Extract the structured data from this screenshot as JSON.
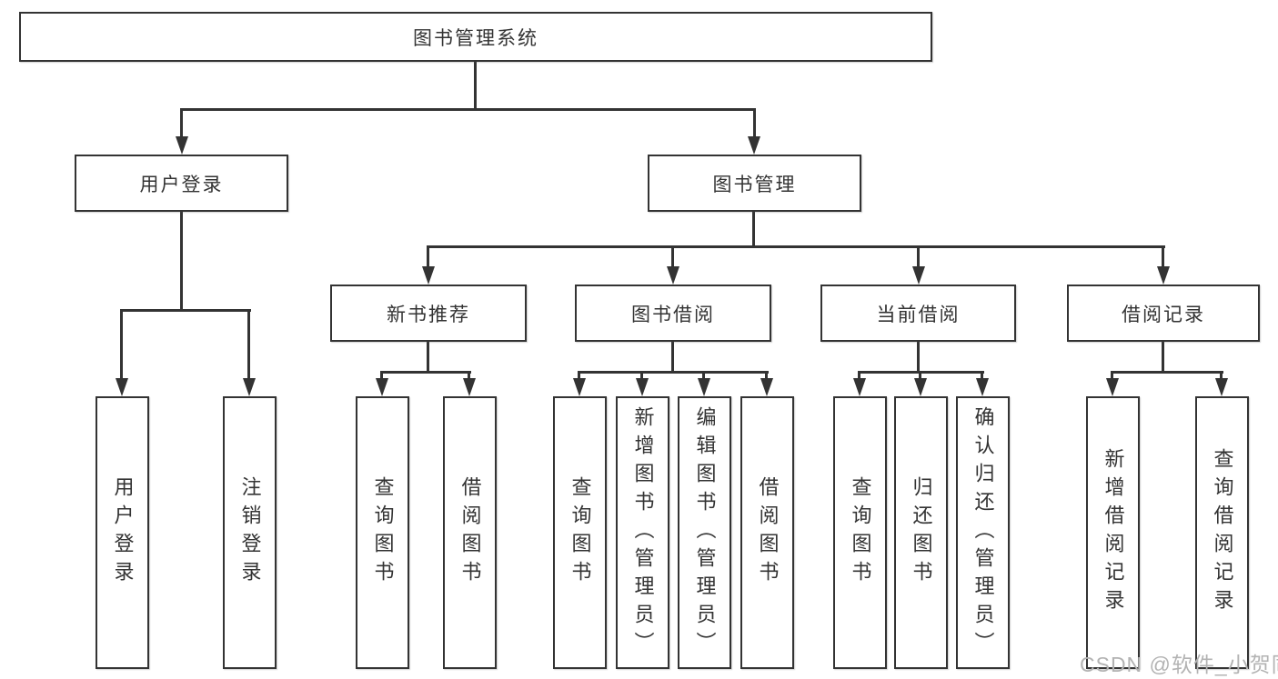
{
  "diagram": {
    "title_node": {
      "label": "图书管理系统"
    },
    "login_branch": {
      "label": "用户登录",
      "leaves": [
        {
          "label": "用户登录"
        },
        {
          "label": "注销登录"
        }
      ]
    },
    "management_branch": {
      "label": "图书管理",
      "groups": [
        {
          "label": "新书推荐",
          "leaves": [
            {
              "label": "查询图书"
            },
            {
              "label": "借阅图书"
            }
          ]
        },
        {
          "label": "图书借阅",
          "leaves": [
            {
              "label": "查询图书"
            },
            {
              "label": "新增图书（管理员）"
            },
            {
              "label": "编辑图书（管理员）"
            },
            {
              "label": "借阅图书"
            }
          ]
        },
        {
          "label": "当前借阅",
          "leaves": [
            {
              "label": "查询图书"
            },
            {
              "label": "归还图书"
            },
            {
              "label": "确认归还（管理员）"
            }
          ]
        },
        {
          "label": "借阅记录",
          "leaves": [
            {
              "label": "新增借阅记录"
            },
            {
              "label": "查询借阅记录"
            }
          ]
        }
      ]
    }
  },
  "watermark": {
    "text": "CSDN @软件_小贺同学"
  },
  "colors": {
    "line": "#333333",
    "box_border": "#333333",
    "watermark": "#b3b3b3",
    "background": "#ffffff"
  }
}
